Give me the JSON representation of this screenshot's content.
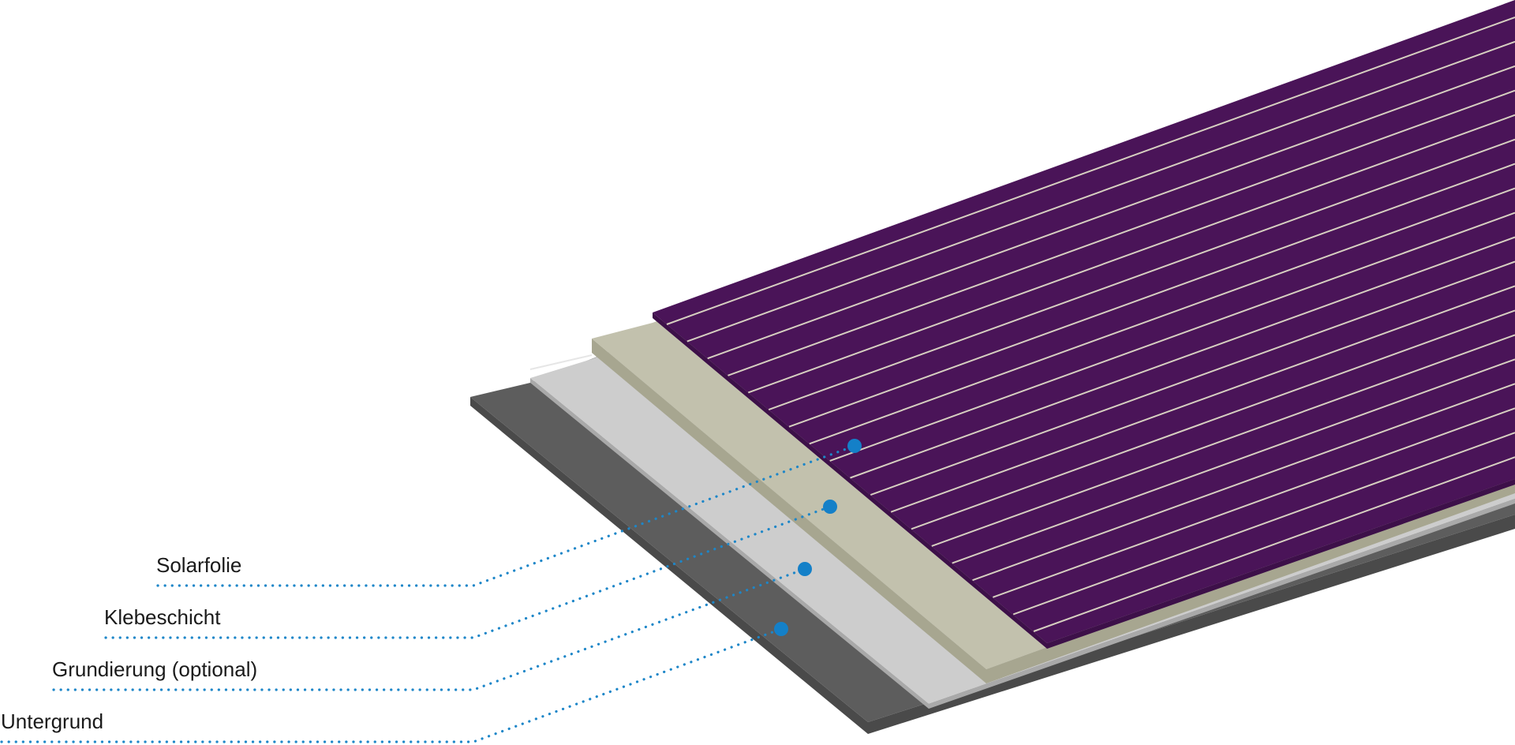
{
  "diagram": {
    "layers": [
      {
        "id": "solarfolie",
        "label": "Solarfolie",
        "color": "#4a1458"
      },
      {
        "id": "klebeschicht",
        "label": "Klebeschicht",
        "color": "#c2c1ad"
      },
      {
        "id": "grundierung",
        "label": "Grundierung (optional)",
        "color": "#cdcdcd"
      },
      {
        "id": "untergrund",
        "label": "Untergrund",
        "color": "#5d5d5d"
      }
    ],
    "colors": {
      "leader": "#1d86c8",
      "dot": "#1480c8",
      "cell_line": "#d6cfc0",
      "solar_dark": "#3d1049"
    }
  }
}
